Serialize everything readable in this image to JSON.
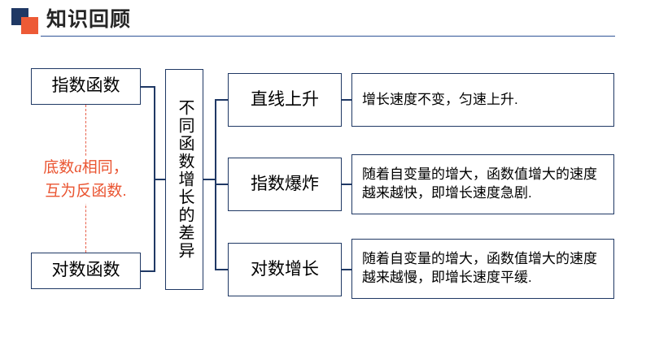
{
  "header": {
    "title": "知识回顾",
    "icon_back": "square-blue-icon",
    "icon_front": "square-orange-icon",
    "accent_rule_color": "#2f5597",
    "icon_blue": "#1f3864",
    "icon_orange": "#ed5a36"
  },
  "colors": {
    "box_border": "#1f3864",
    "text": "#000000",
    "red_note": "#ea5532",
    "dashed_link": "#e8604a",
    "background": "#ffffff"
  },
  "diagram": {
    "left_column": {
      "top_box": "指数函数",
      "bottom_box": "对数函数",
      "note_line1_prefix": "底数",
      "note_line1_italic": "a",
      "note_line1_suffix": "相同，",
      "note_line2": "互为反函数."
    },
    "center_box": "不同函数增长的差异",
    "branches": [
      {
        "label": "直线上升",
        "description": "增长速度不变，匀速上升."
      },
      {
        "label": "指数爆炸",
        "description": "随着自变量的增大，函数值增大的速度越来越快，即增长速度急剧."
      },
      {
        "label": "对数增长",
        "description": "随着自变量的增大，函数值增大的速度越来越慢，即增长速度平缓."
      }
    ]
  }
}
